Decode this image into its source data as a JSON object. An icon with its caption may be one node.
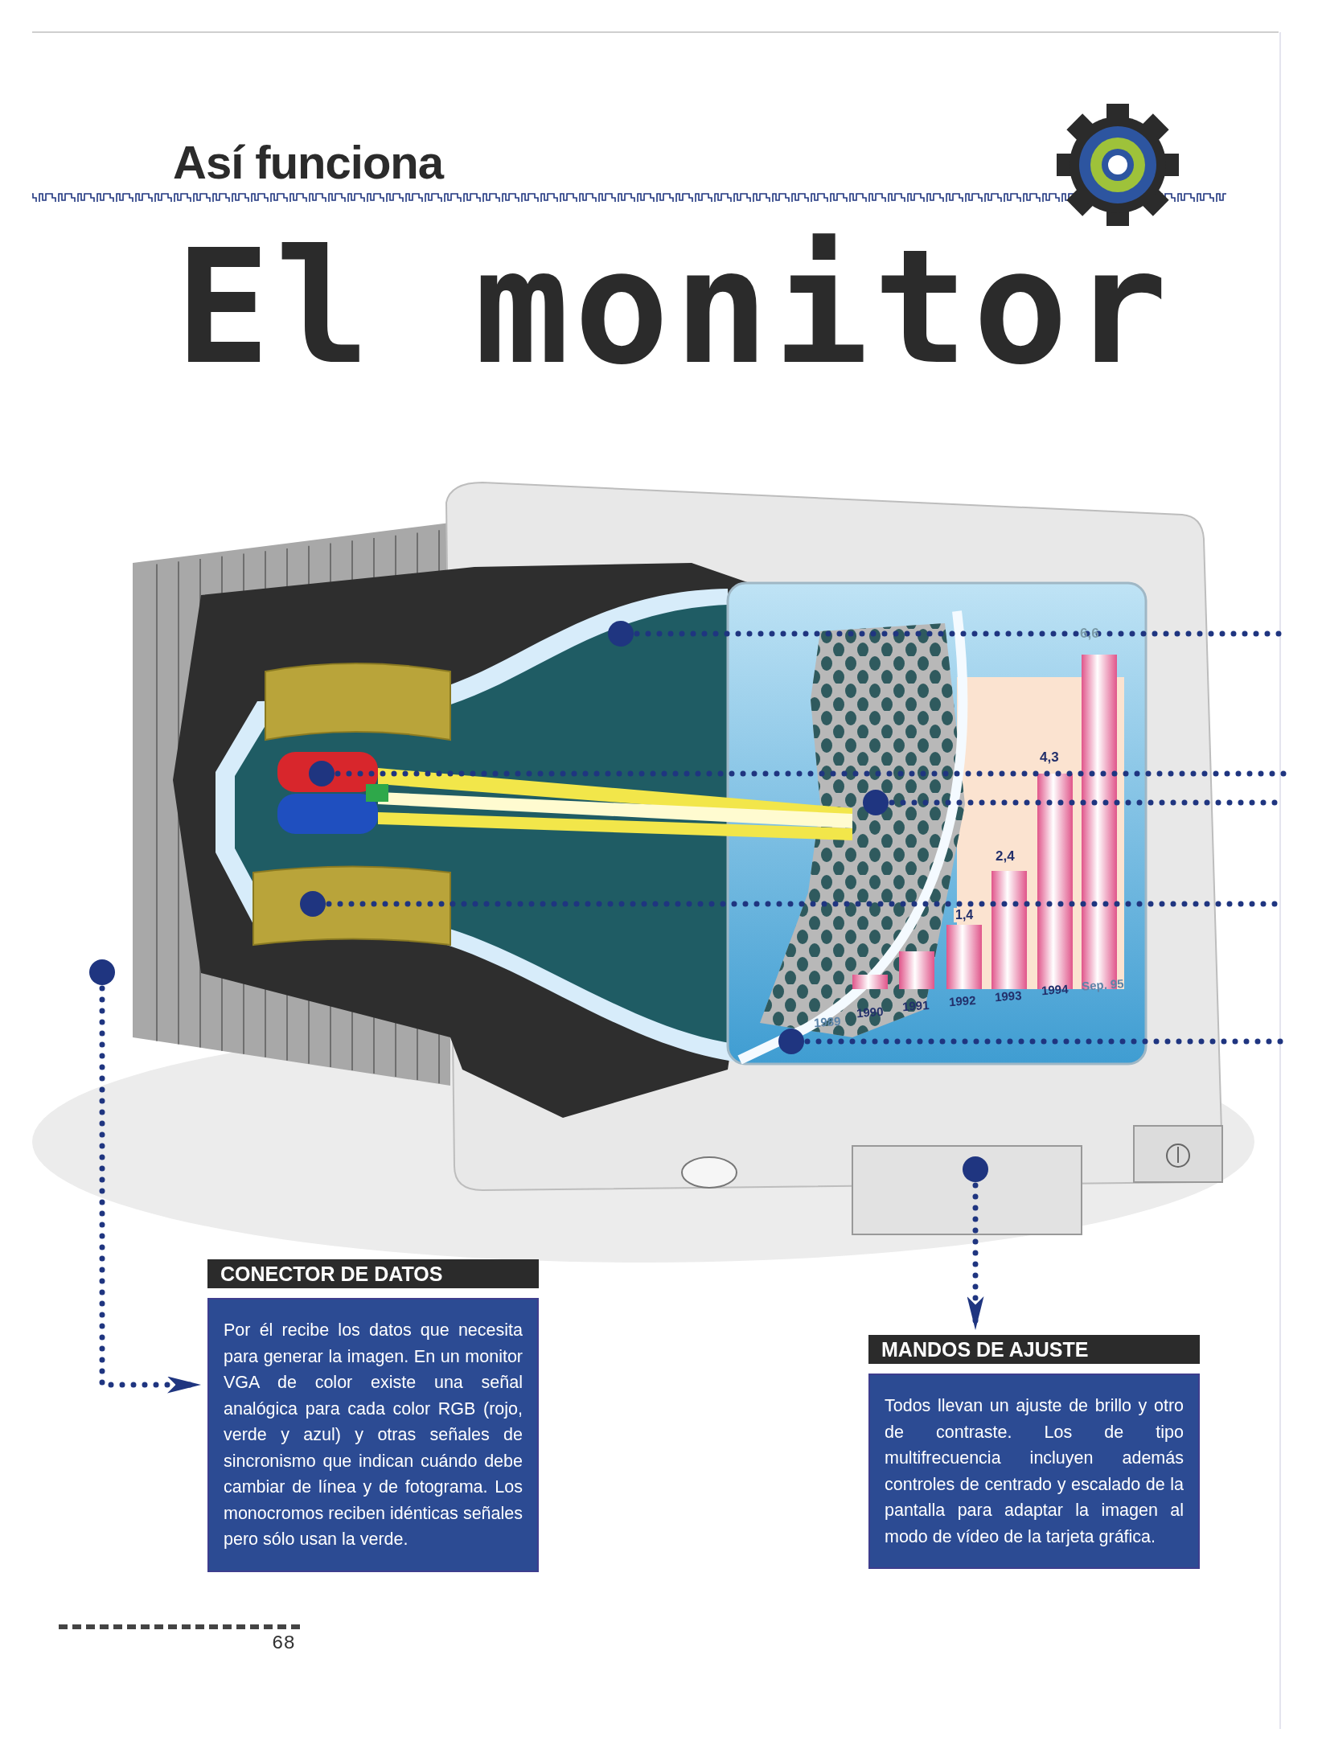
{
  "diagram": {
    "title": "El monitor",
    "nodes": [
      {
        "text": [
          "CONECTOR DE DATOS",
          "Por él recibe los datos que necesita para generar la imagen. En un monitor VGA de color existe una señal analógica para cada color RGB (rojo, verde y azul) y otras señales de sincronismo que indican cuándo debe cambiar de línea y de fotograma. Los monocromos reciben idénticas señales pero sólo usan la verde."
        ]
      },
      {
        "text": [
          "MANDOS DE AJUSTE",
          "Todos llevan un ajuste de brillo y otro de contraste. Los de tipo multifrecuencia incluyen además controles de centrado y escalado de la pantalla para adaptar la imagen al modo de vídeo de la tarjeta gráfica."
        ]
      },
      {
        "text": [],
        "shape": "circle"
      },
      {
        "text": [],
        "shape": "circle"
      },
      {
        "text": [],
        "shape": "circle"
      },
      {
        "text": [],
        "shape": "circle"
      },
      {
        "text": [],
        "shape": "circle"
      },
      {
        "text": [],
        "shape": "circle"
      },
      {
        "text": [],
        "shape": "circle"
      }
    ],
    "edges": [
      {
        "from": 2,
        "to": null,
        "arrow": "none"
      },
      {
        "from": 3,
        "to": null,
        "arrow": "none"
      },
      {
        "from": 4,
        "to": null,
        "arrow": "none"
      },
      {
        "from": 5,
        "to": null,
        "arrow": "none"
      },
      {
        "from": 7,
        "to": null,
        "arrow": "none"
      },
      {
        "from": 6,
        "to": 0,
        "arrow": "to"
      },
      {
        "from": 8,
        "to": 1,
        "arrow": "to"
      }
    ],
    "labels": [
      "Así funciona",
      "6,6",
      "4,3",
      "2,4",
      "1,4",
      "1989",
      "1990",
      "1991",
      "1992",
      "1993",
      "1994",
      "Sep. 95",
      "68"
    ]
  }
}
